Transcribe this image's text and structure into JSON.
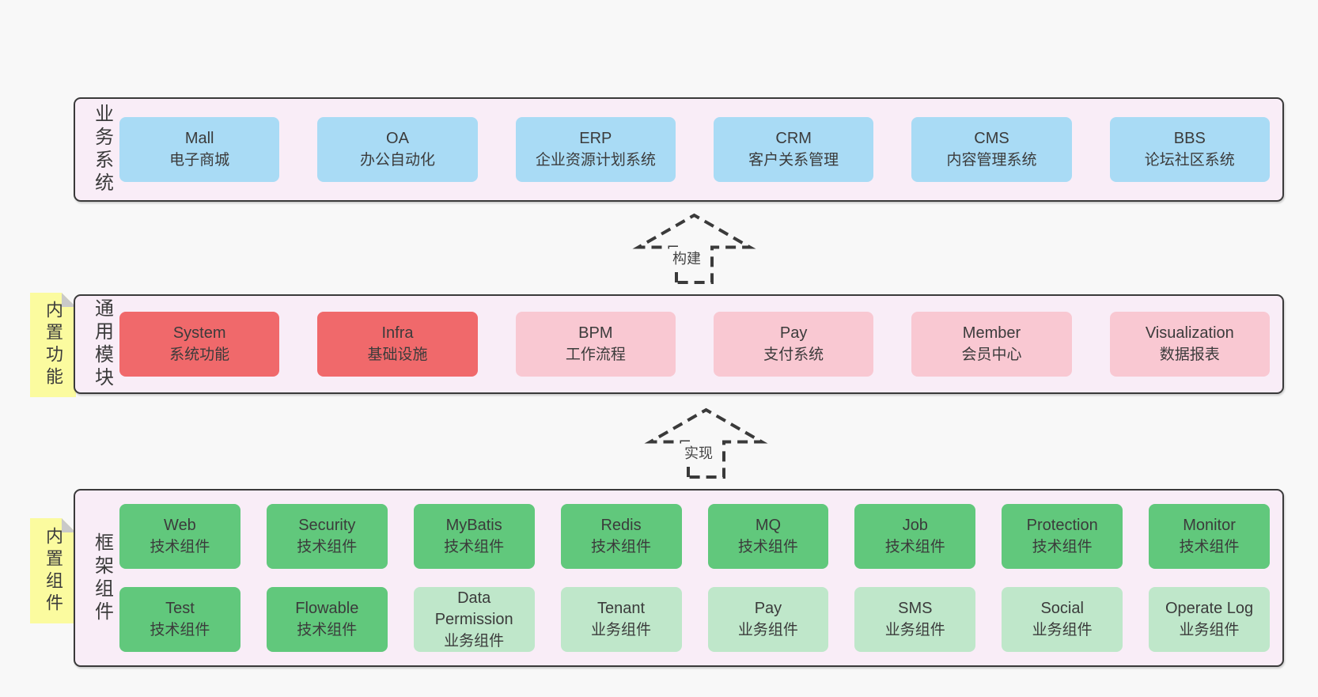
{
  "colors": {
    "page_bg": "#f8f8f8",
    "band_bg": "#f9edf7",
    "band_border": "#3a3a3a",
    "text": "#3b3b3b",
    "blue": "#a9dbf5",
    "red": "#f0696b",
    "pink": "#f9c8d2",
    "green": "#61c87c",
    "lightgreen": "#bfe7ca",
    "sticky_yellow": "#fbfb9f",
    "sticky_fold": "#c9c9c9"
  },
  "arrows": [
    {
      "label": "构建"
    },
    {
      "label": "实现"
    }
  ],
  "bands": [
    {
      "id": "business-systems",
      "label": "业务系统",
      "sticky": null,
      "rows": [
        [
          {
            "name": "Mall",
            "desc": "电子商城",
            "variant": "blue"
          },
          {
            "name": "OA",
            "desc": "办公自动化",
            "variant": "blue"
          },
          {
            "name": "ERP",
            "desc": "企业资源计划系统",
            "variant": "blue"
          },
          {
            "name": "CRM",
            "desc": "客户关系管理",
            "variant": "blue"
          },
          {
            "name": "CMS",
            "desc": "内容管理系统",
            "variant": "blue"
          },
          {
            "name": "BBS",
            "desc": "论坛社区系统",
            "variant": "blue"
          }
        ]
      ]
    },
    {
      "id": "common-modules",
      "label": "通用模块",
      "sticky": "内置功能",
      "rows": [
        [
          {
            "name": "System",
            "desc": "系统功能",
            "variant": "red"
          },
          {
            "name": "Infra",
            "desc": "基础设施",
            "variant": "red"
          },
          {
            "name": "BPM",
            "desc": "工作流程",
            "variant": "pink"
          },
          {
            "name": "Pay",
            "desc": "支付系统",
            "variant": "pink"
          },
          {
            "name": "Member",
            "desc": "会员中心",
            "variant": "pink"
          },
          {
            "name": "Visualization",
            "desc": "数据报表",
            "variant": "pink"
          }
        ]
      ]
    },
    {
      "id": "framework-components",
      "label": "框架组件",
      "sticky": "内置组件",
      "rows": [
        [
          {
            "name": "Web",
            "desc": "技术组件",
            "variant": "green"
          },
          {
            "name": "Security",
            "desc": "技术组件",
            "variant": "green"
          },
          {
            "name": "MyBatis",
            "desc": "技术组件",
            "variant": "green"
          },
          {
            "name": "Redis",
            "desc": "技术组件",
            "variant": "green"
          },
          {
            "name": "MQ",
            "desc": "技术组件",
            "variant": "green"
          },
          {
            "name": "Job",
            "desc": "技术组件",
            "variant": "green"
          },
          {
            "name": "Protection",
            "desc": "技术组件",
            "variant": "green"
          },
          {
            "name": "Monitor",
            "desc": "技术组件",
            "variant": "green"
          }
        ],
        [
          {
            "name": "Test",
            "desc": "技术组件",
            "variant": "green"
          },
          {
            "name": "Flowable",
            "desc": "技术组件",
            "variant": "green"
          },
          {
            "name": "Data Permission",
            "desc": "业务组件",
            "variant": "lightgreen"
          },
          {
            "name": "Tenant",
            "desc": "业务组件",
            "variant": "lightgreen"
          },
          {
            "name": "Pay",
            "desc": "业务组件",
            "variant": "lightgreen"
          },
          {
            "name": "SMS",
            "desc": "业务组件",
            "variant": "lightgreen"
          },
          {
            "name": "Social",
            "desc": "业务组件",
            "variant": "lightgreen"
          },
          {
            "name": "Operate Log",
            "desc": "业务组件",
            "variant": "lightgreen"
          }
        ]
      ]
    }
  ]
}
